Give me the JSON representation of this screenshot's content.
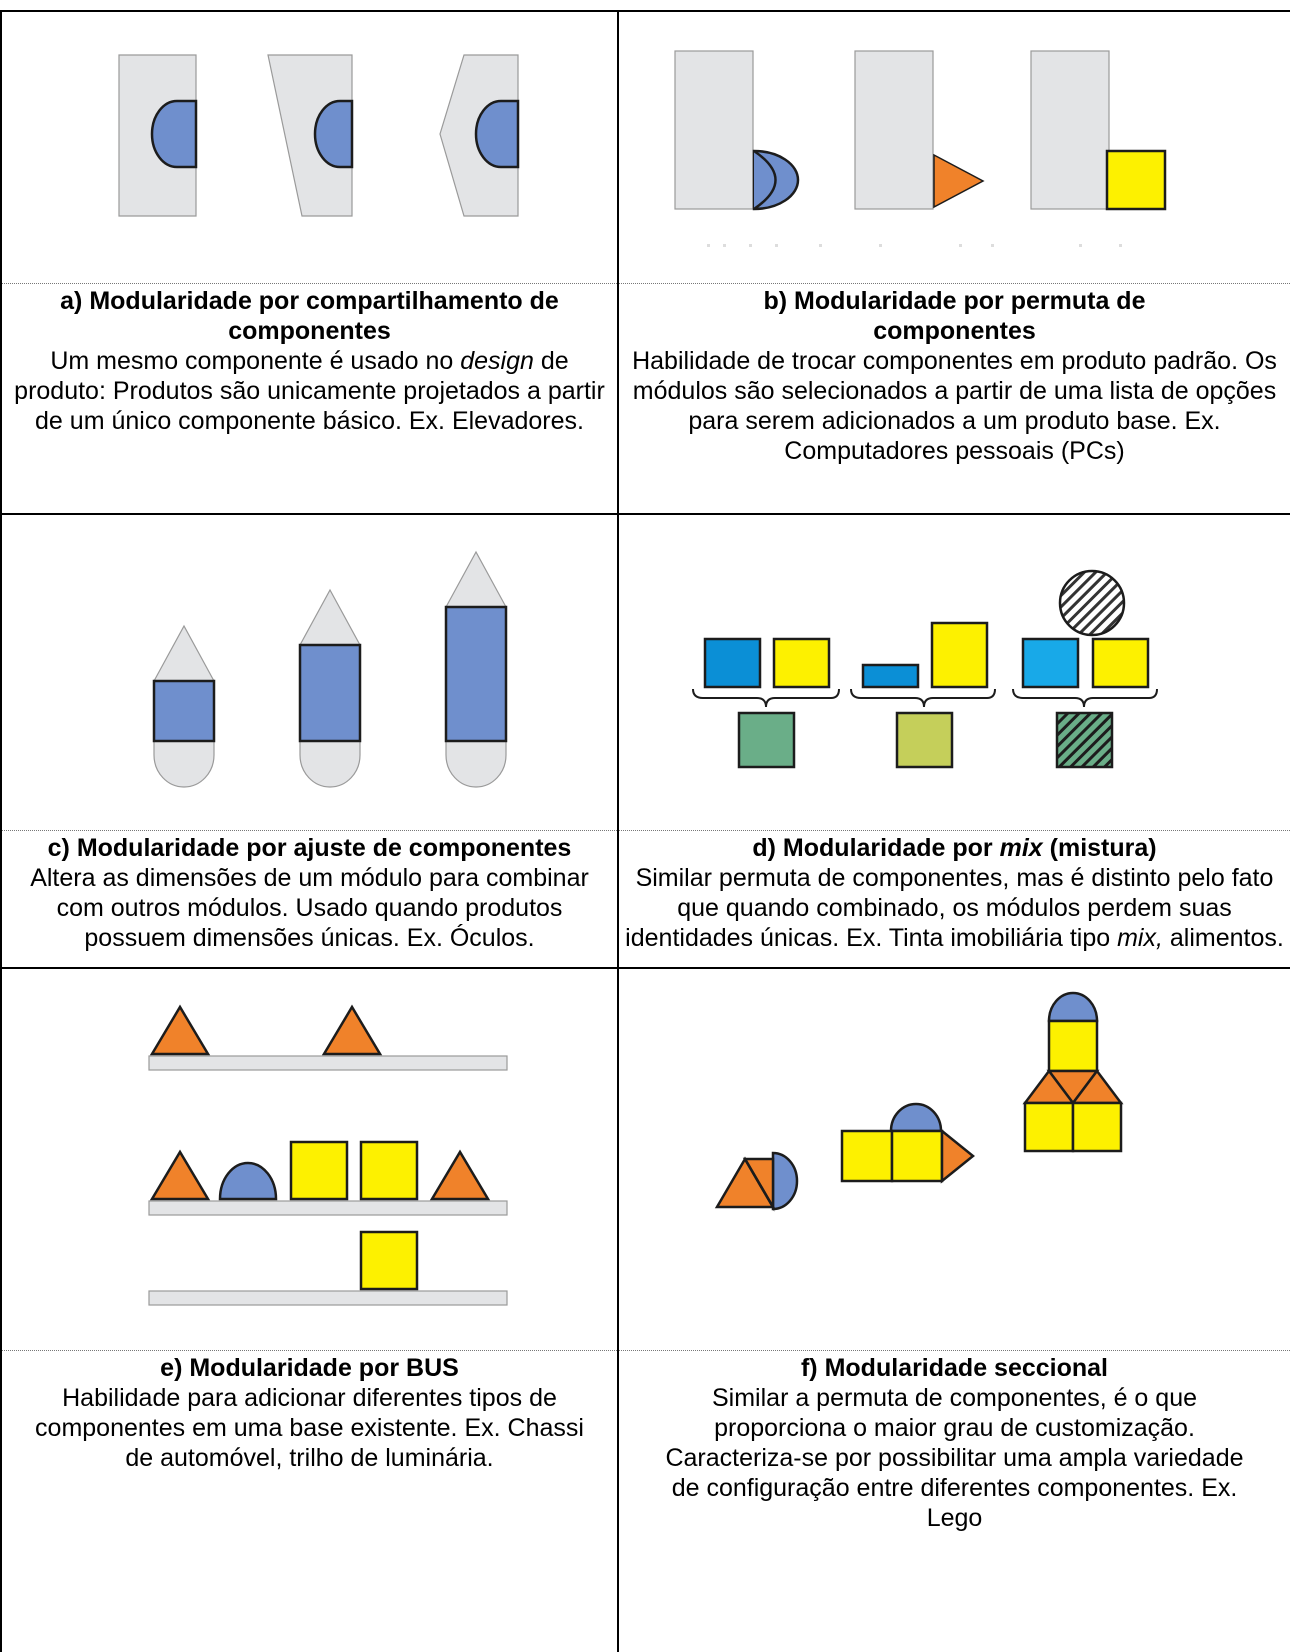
{
  "cells": [
    {
      "title": "a) Modularidade por compartilhamento de componentes",
      "body_parts": [
        "Um mesmo componente é usado no ",
        "design",
        " de produto: Produtos são unicamente projetados a partir de um único componente básico. Ex. Elevadores."
      ]
    },
    {
      "title": "b) Modularidade por permuta de componentes",
      "body_parts": [
        "Habilidade de trocar componentes em produto padrão. Os módulos são selecionados a partir de uma lista de opções para serem adicionados a um produto base. Ex. Computadores pessoais (PCs)"
      ]
    },
    {
      "title": "c) Modularidade por ajuste de componentes",
      "body_parts": [
        "Altera as dimensões de um módulo para combinar com outros módulos. Usado quando produtos possuem dimensões únicas. Ex. Óculos."
      ]
    },
    {
      "title_parts": [
        "d) Modularidade por ",
        "mix",
        " (mistura)"
      ],
      "body_parts": [
        "Similar permuta de componentes, mas é distinto pelo fato que quando combinado, os módulos perdem suas identidades únicas. Ex. Tinta imobiliária tipo ",
        "mix,",
        " alimentos."
      ]
    },
    {
      "title": "e) Modularidade por BUS",
      "body_parts": [
        "Habilidade para adicionar diferentes tipos de componentes em uma base existente. Ex. Chassi de automóvel, trilho de luminária."
      ]
    },
    {
      "title": "f) Modularidade seccional",
      "body_parts": [
        "Similar a permuta de componentes, é o que proporciona o maior grau de customização. Caracteriza-se por possibilitar uma ampla variedade de configuração entre diferentes componentes. Ex. Lego"
      ]
    }
  ],
  "colors": {
    "base_gray": "#e3e4e6",
    "blue": "#6f8fcd",
    "orange": "#f0822a",
    "yellow": "#fdf100",
    "cyan_blue": "#0b8fd6",
    "green": "#6aae88",
    "olive": "#c5cf5a",
    "outline": "#1c1c1c"
  }
}
